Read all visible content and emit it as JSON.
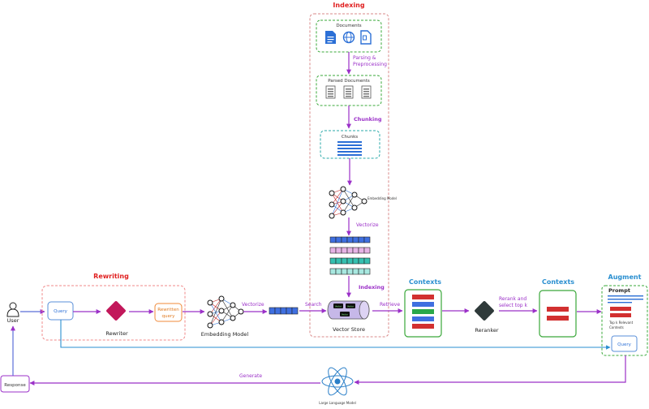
{
  "sections": {
    "indexing": "Indexing",
    "rewriting": "Rewriting",
    "contexts_1": "Contexts",
    "contexts_2": "Contexts",
    "augment": "Augment"
  },
  "nodes": {
    "documents": "Documents",
    "parsed_documents": "Parsed Documents",
    "chunks": "Chunks",
    "embedding_model_small": "Embedding Model",
    "user": "User",
    "query": "Query",
    "rewriter": "Rewriter",
    "rewritten_query": [
      "Rewritten",
      "query"
    ],
    "embedding_model": "Embedding Model",
    "vector_store": "Vector Store",
    "vector_cells": [
      "Vector",
      "Vector",
      "Vector"
    ],
    "reranker": "Reranker",
    "prompt": "Prompt",
    "top_k": [
      "Top k Relevant",
      "Contexts"
    ],
    "prompt_query": "Query",
    "llm": "Large Language Model",
    "response": "Response"
  },
  "edges": {
    "parsing": [
      "Parsing  &",
      "Preprocessing"
    ],
    "chunking": "Chunking",
    "vectorize_index": "Vectorize",
    "indexing": "Indexing",
    "vectorize_query": "Vectorize",
    "search": "Search",
    "retrieve": "Retrieve",
    "rerank": [
      "Rerank and",
      "select top k"
    ],
    "generate": "Generate"
  },
  "colors": {
    "edge": "#9b30c8",
    "indexing_border": "#d98a8a",
    "rewriting_border": "#f08a8a",
    "green_border": "#3aa83a",
    "blue_border": "#5a8fd8",
    "rewriter_fill": "#c2185b",
    "reranker_fill": "#2f3a3a",
    "query_link": "#2a8fd0"
  }
}
